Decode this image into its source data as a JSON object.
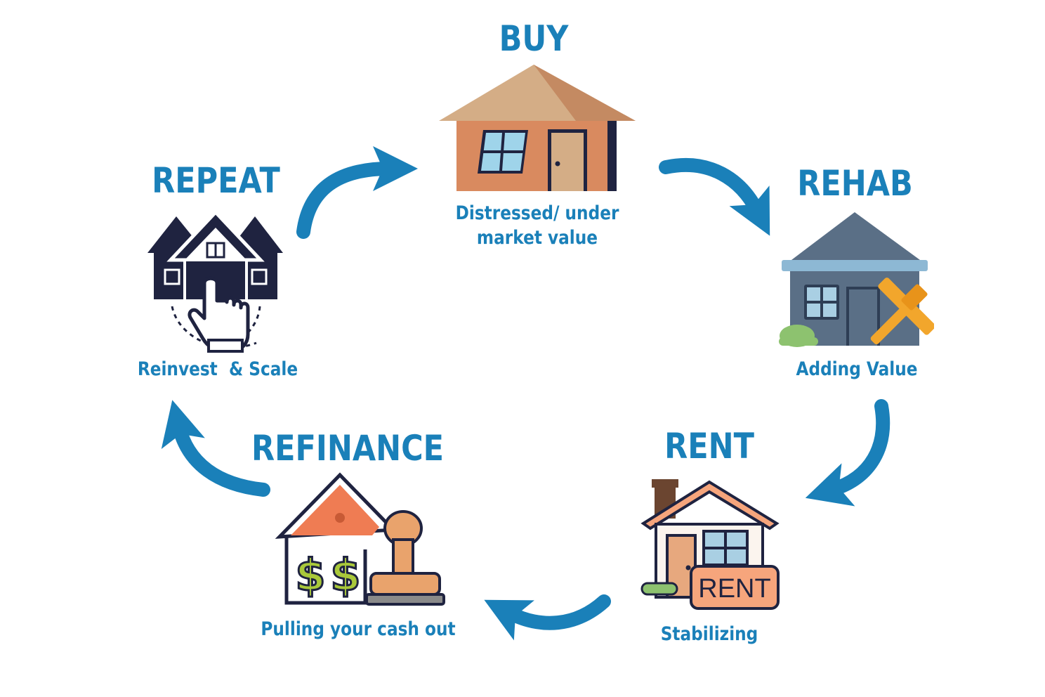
{
  "steps": {
    "buy": {
      "title": "BUY",
      "subtitle_line1": "Distressed/ under",
      "subtitle_line2": "market value"
    },
    "rehab": {
      "title": "REHAB",
      "subtitle": "Adding Value"
    },
    "rent": {
      "title": "RENT",
      "subtitle": "Stabilizing",
      "sign_text": "RENT"
    },
    "refinance": {
      "title": "REFINANCE",
      "subtitle": "Pulling your cash out"
    },
    "repeat": {
      "title": "REPEAT",
      "subtitle": "Reinvest  & Scale"
    }
  },
  "colors": {
    "accent": "#1a80b9",
    "dark_navy": "#1f2340",
    "house_brown": "#d98a5f",
    "roof_tan": "#d4ad86",
    "rehab_slate": "#5a6f86",
    "tool_orange": "#f2a62c",
    "rent_orange": "#f6a57c",
    "money_green": "#a9c83a"
  },
  "icons": [
    "buy-house-icon",
    "rehab-house-icon",
    "rent-house-icon",
    "refinance-house-icon",
    "repeat-houses-icon"
  ]
}
